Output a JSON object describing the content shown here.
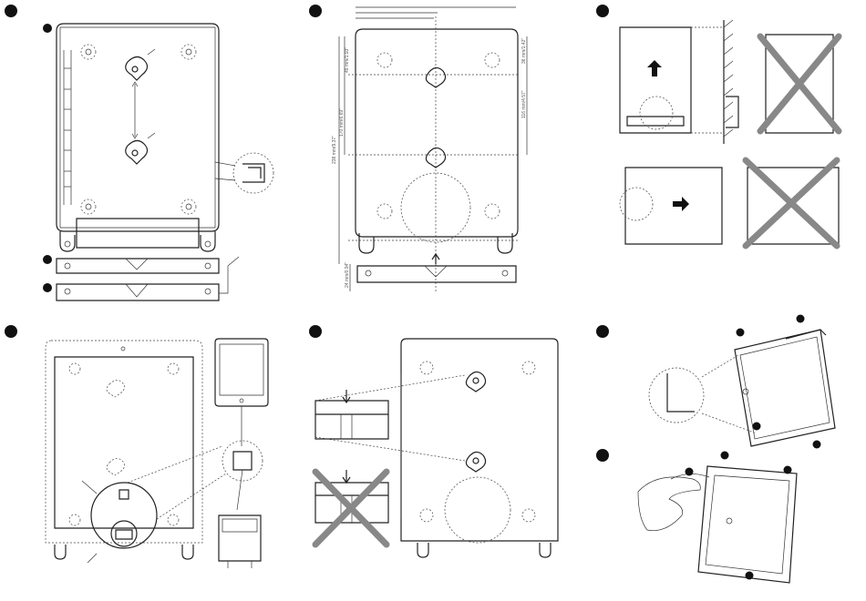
{
  "steps": {
    "one": "",
    "two": "",
    "three": "",
    "four": "",
    "five": "",
    "six": "",
    "seven": "",
    "sub_a": "",
    "sub_b": "",
    "sub_c": ""
  },
  "dimensions": {
    "d1": "49 mm/1.93\"",
    "d2": "170 mm/6.69\"",
    "d3": "238 mm/9.37\"",
    "d4": "116 mm/4.57\"",
    "d5": "36 mm/1.42\"",
    "d6": "24 mm/0.94\""
  },
  "colors": {
    "line": "#222222",
    "cross": "#888888",
    "marker": "#111111"
  },
  "icons": {
    "arrow_up": "arrow-up-icon",
    "arrow_right": "arrow-right-icon",
    "cross": "cross-out-icon"
  }
}
